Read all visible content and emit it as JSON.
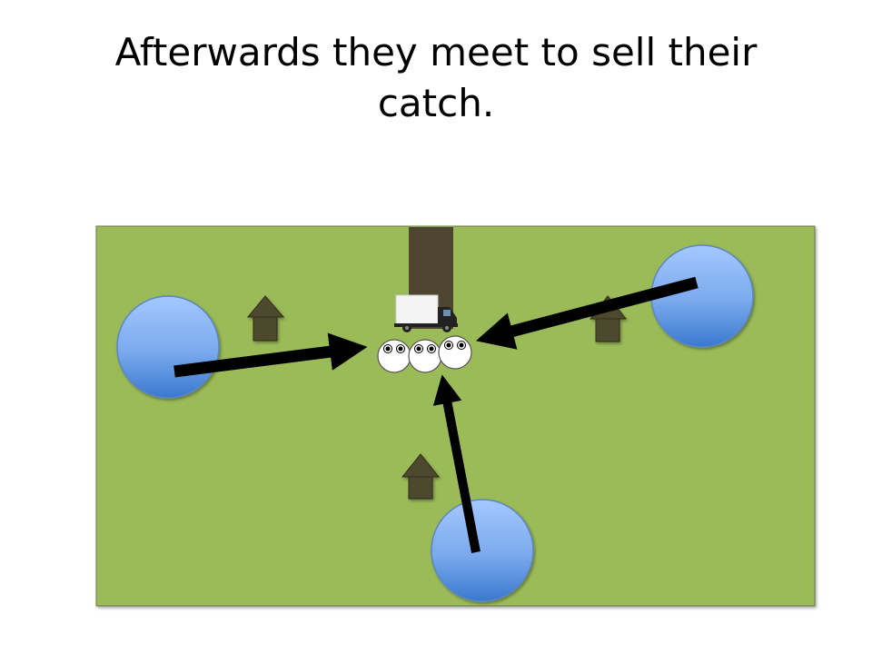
{
  "slide": {
    "title": "Afterwards they meet to sell their catch."
  },
  "scene": {
    "field_color": "#9bbb59",
    "road_color": "#4e4530",
    "pond_color_top": "#9ec3ff",
    "pond_color_bottom": "#3a7bd5",
    "house_color": "#4e4a2e",
    "arrow_color": "#000000",
    "truck": {
      "icon": "truck-icon"
    },
    "people_count": 3,
    "houses_count": 3,
    "ponds_count": 3
  }
}
